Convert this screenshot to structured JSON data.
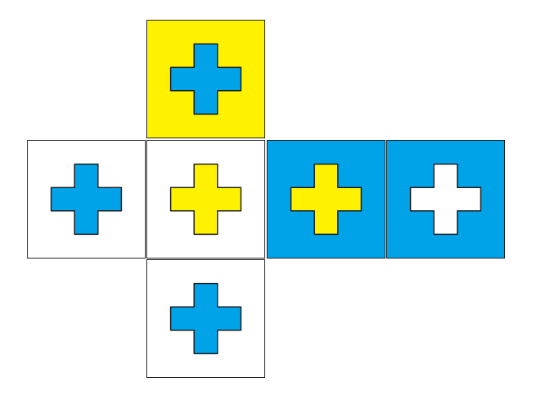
{
  "colors": {
    "yellow": "#fff200",
    "blue": "#00a2e8",
    "white": "#ffffff",
    "outline": "#1a1a1a"
  },
  "faces": [
    {
      "id": "top",
      "background": "yellow",
      "cross": "blue"
    },
    {
      "id": "left",
      "background": "white",
      "cross": "blue"
    },
    {
      "id": "center",
      "background": "white",
      "cross": "yellow"
    },
    {
      "id": "right",
      "background": "blue",
      "cross": "yellow"
    },
    {
      "id": "far-right",
      "background": "blue",
      "cross": "white"
    },
    {
      "id": "bottom",
      "background": "white",
      "cross": "blue"
    }
  ]
}
